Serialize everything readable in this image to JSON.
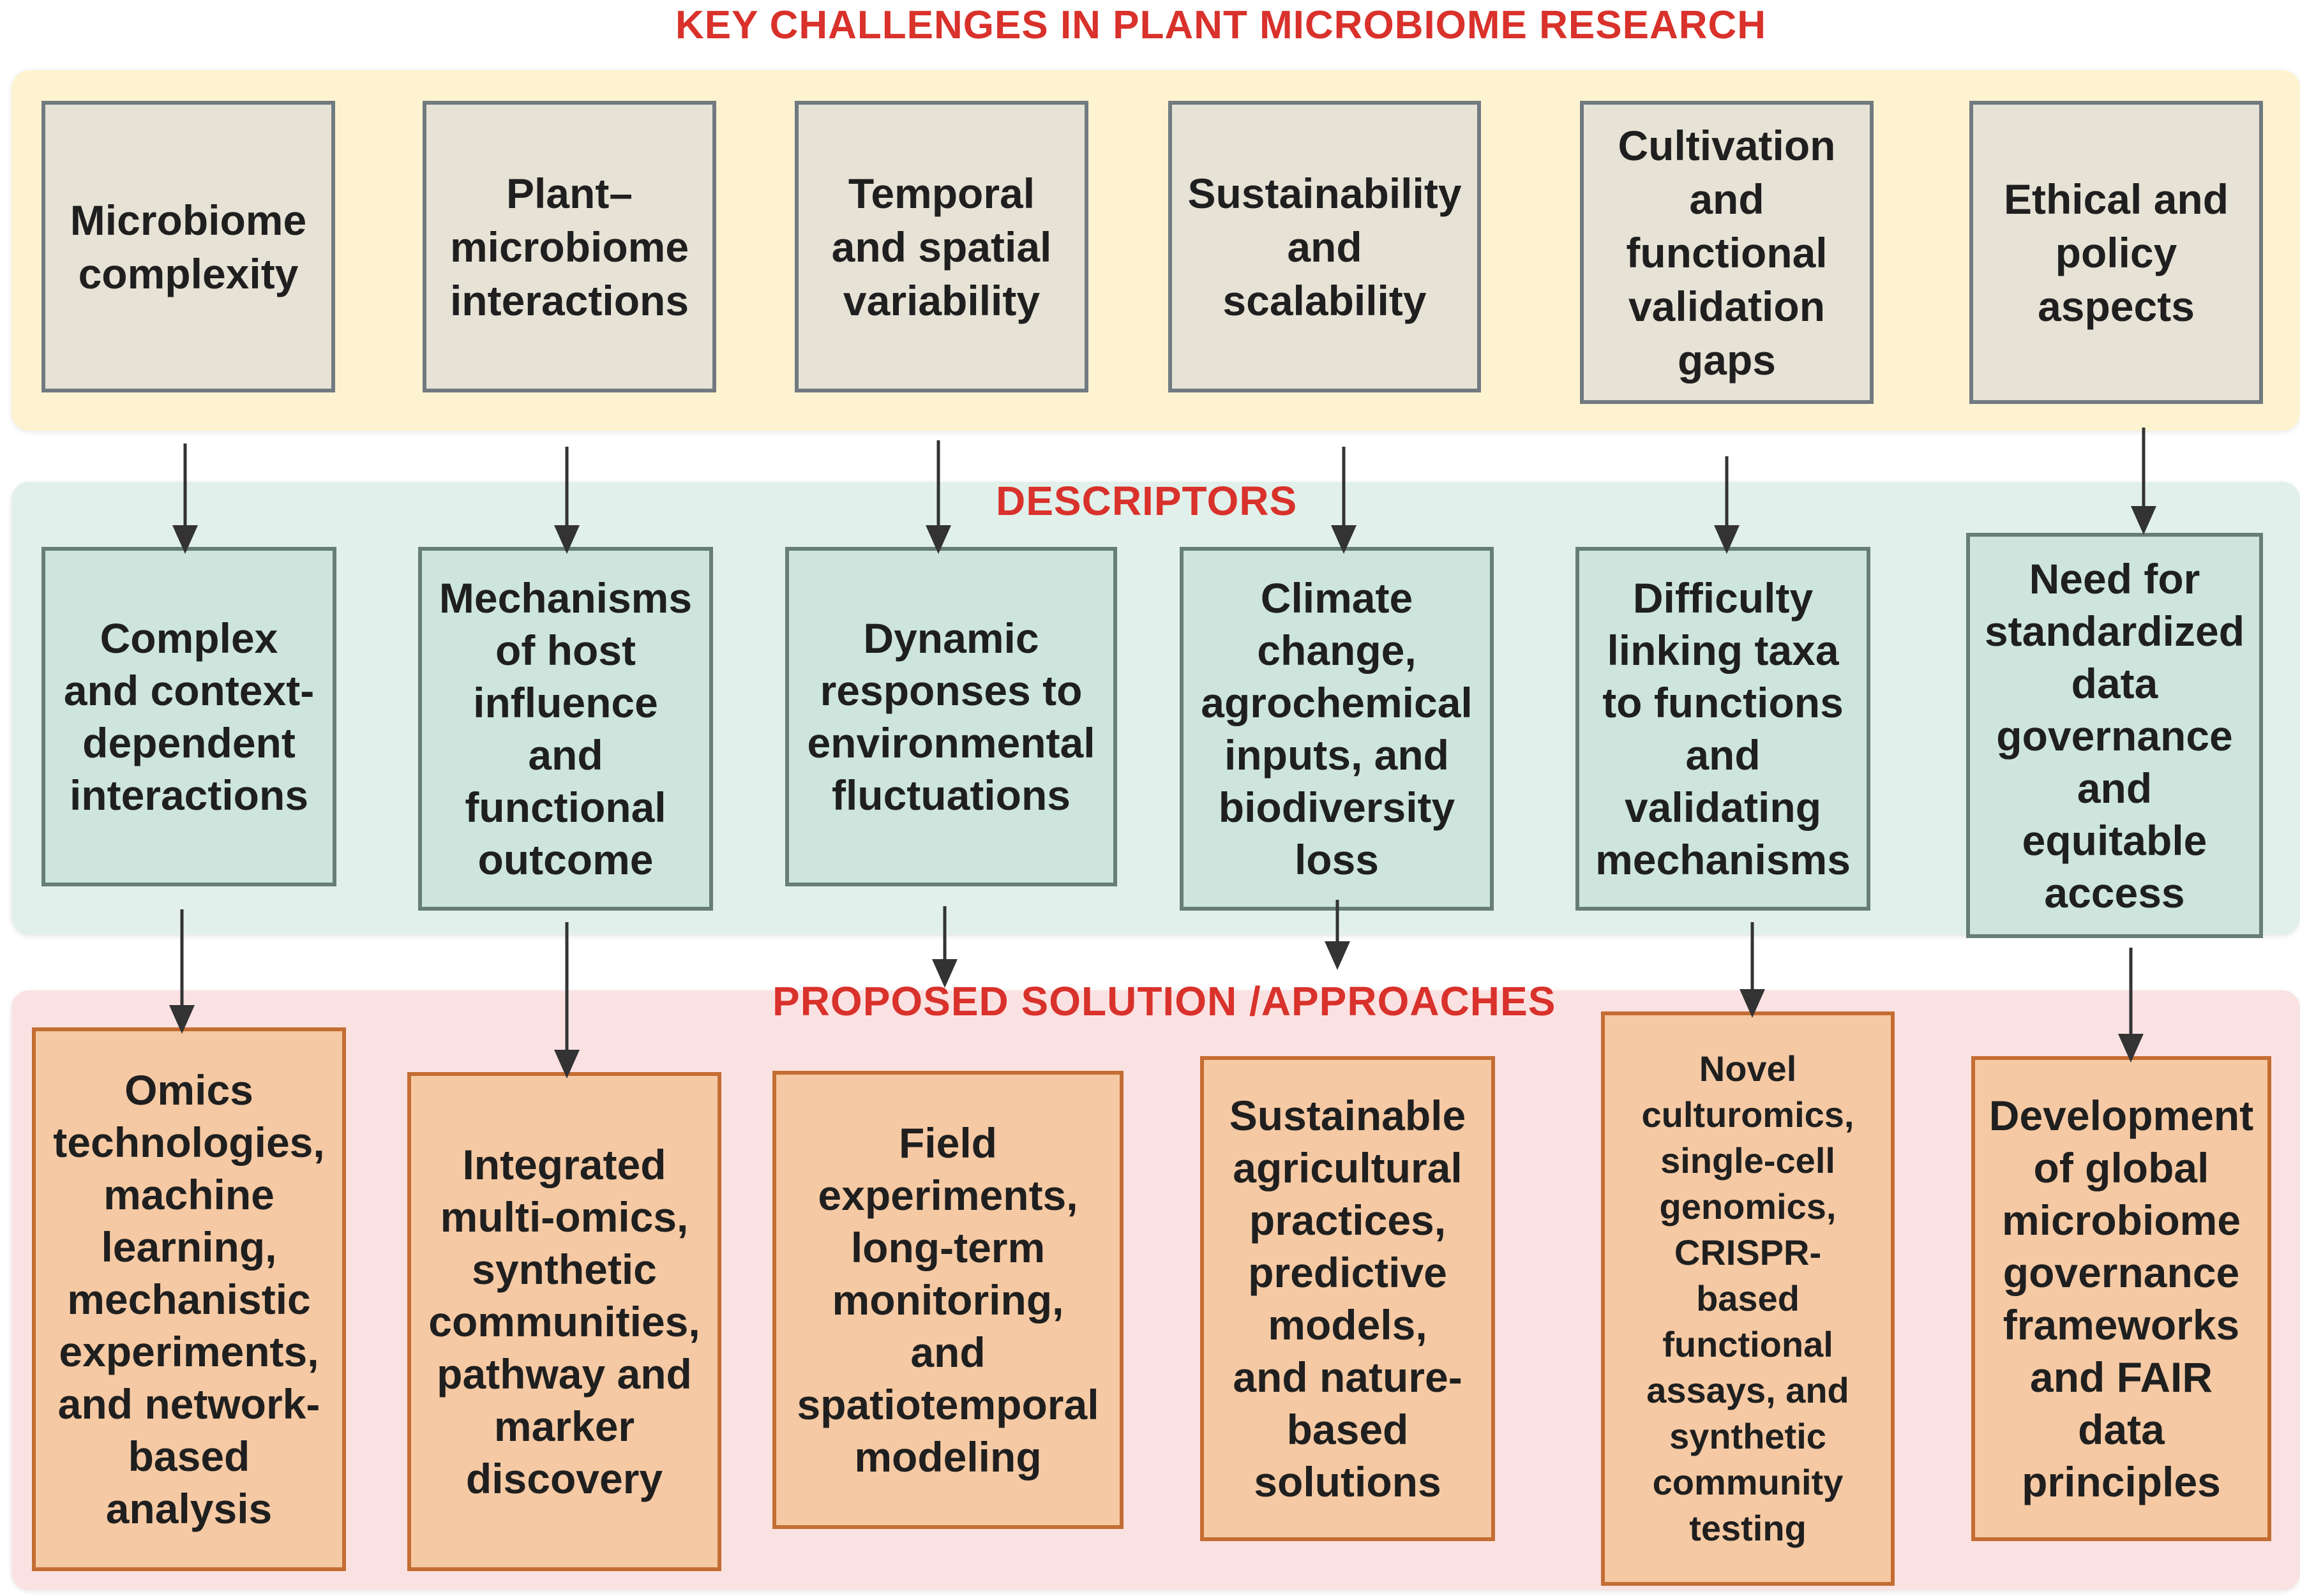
{
  "titles": {
    "main": "KEY CHALLENGES IN PLANT MICROBIOME RESEARCH",
    "descriptors": "DESCRIPTORS",
    "solutions": "PROPOSED SOLUTION /APPROACHES"
  },
  "challenges": [
    "Microbiome\ncomplexity",
    "Plant–\nmicrobiome\ninteractions",
    "Temporal\nand spatial\nvariability",
    "Sustainability\nand\nscalability",
    "Cultivation\nand\nfunctional\nvalidation\ngaps",
    "Ethical and\npolicy\naspects"
  ],
  "descriptors": [
    "Complex\nand context-\ndependent\ninteractions",
    "Mechanisms\nof host\ninfluence\nand\nfunctional\noutcome",
    "Dynamic\nresponses to\nenvironmental\nfluctuations",
    "Climate\nchange,\nagrochemical\ninputs, and\nbiodiversity\nloss",
    "Difficulty\nlinking taxa\nto functions\nand\nvalidating\nmechanisms",
    "Need for\nstandardized\ndata\ngovernance\nand\nequitable\naccess"
  ],
  "solutions": [
    "Omics\ntechnologies,\nmachine\nlearning,\nmechanistic\nexperiments,\nand network-\nbased\nanalysis",
    "Integrated\nmulti-omics,\nsynthetic\ncommunities,\npathway and\nmarker\ndiscovery",
    "Field\nexperiments,\nlong-term\nmonitoring,\nand\nspatiotemporal\nmodeling",
    "Sustainable\nagricultural\npractices,\npredictive\nmodels,\nand nature-\nbased\nsolutions",
    "Novel\nculturomics,\nsingle-cell\ngenomics,\nCRISPR-\nbased\nfunctional\nassays, and\nsynthetic\ncommunity\ntesting",
    "Development\nof global\nmicrobiome\ngovernance\nframeworks\nand FAIR\ndata\nprinciples"
  ],
  "colors": {
    "title_red": "#d9312b",
    "challenge_band": "#fdf3d0",
    "descriptor_band": "#e1f0ea",
    "solution_band": "#fbe2e2",
    "challenge_box": "#e6e2d6",
    "descriptor_box": "#cde5dc",
    "solution_box": "#f5c9a3",
    "arrow": "#333333"
  }
}
